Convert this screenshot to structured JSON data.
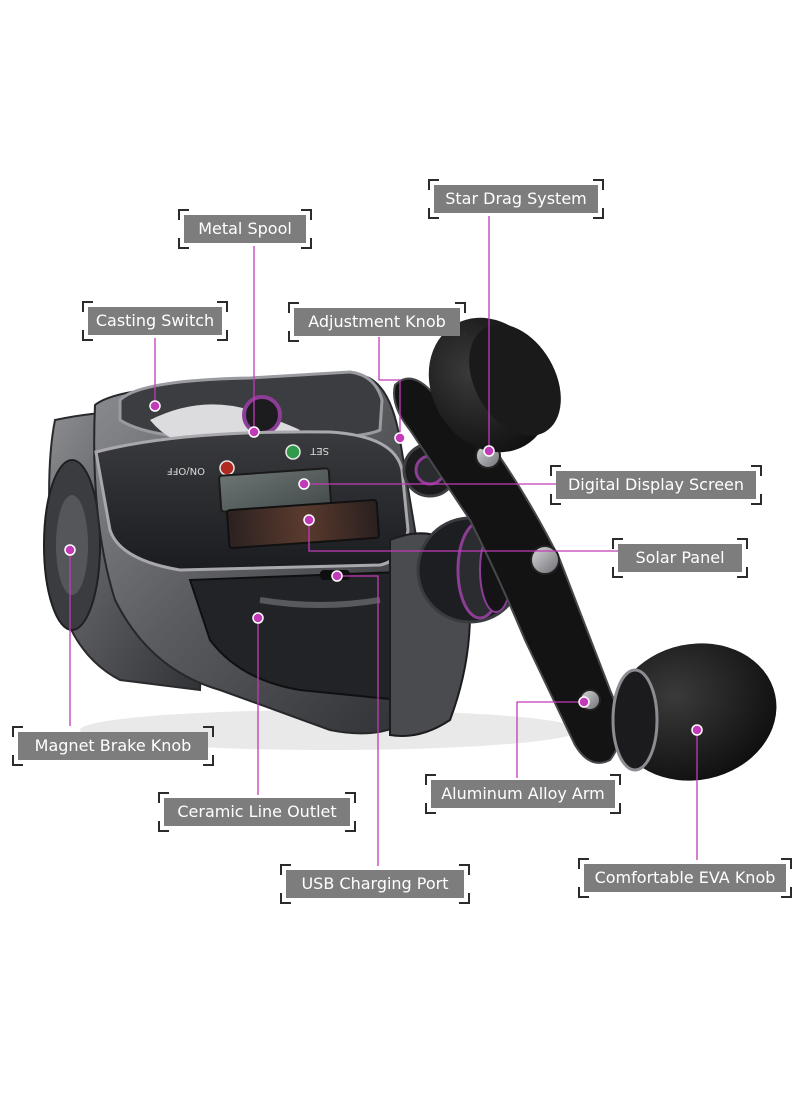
{
  "labels": {
    "star_drag": "Star Drag System",
    "metal_spool": "Metal Spool",
    "casting_switch": "Casting Switch",
    "adjustment_knob": "Adjustment Knob",
    "digital_display": "Digital Display Screen",
    "solar_panel": "Solar Panel",
    "magnet_brake": "Magnet Brake Knob",
    "ceramic_outlet": "Ceramic Line Outlet",
    "usb_port": "USB Charging Port",
    "aluminum_arm": "Aluminum Alloy Arm",
    "eva_knob": "Comfortable EVA Knob"
  },
  "reel_print": {
    "on_off": "ON/OFF",
    "set": "SET"
  },
  "colors": {
    "leader": "#c23ab8",
    "label_box": "#7d7d7d",
    "label_text": "#ffffff",
    "bracket": "#2b2b2b",
    "body_gray": "#6f7073",
    "body_dark": "#2a2b2e",
    "foam": "#141414",
    "accent_purple": "#7a2a8a"
  }
}
